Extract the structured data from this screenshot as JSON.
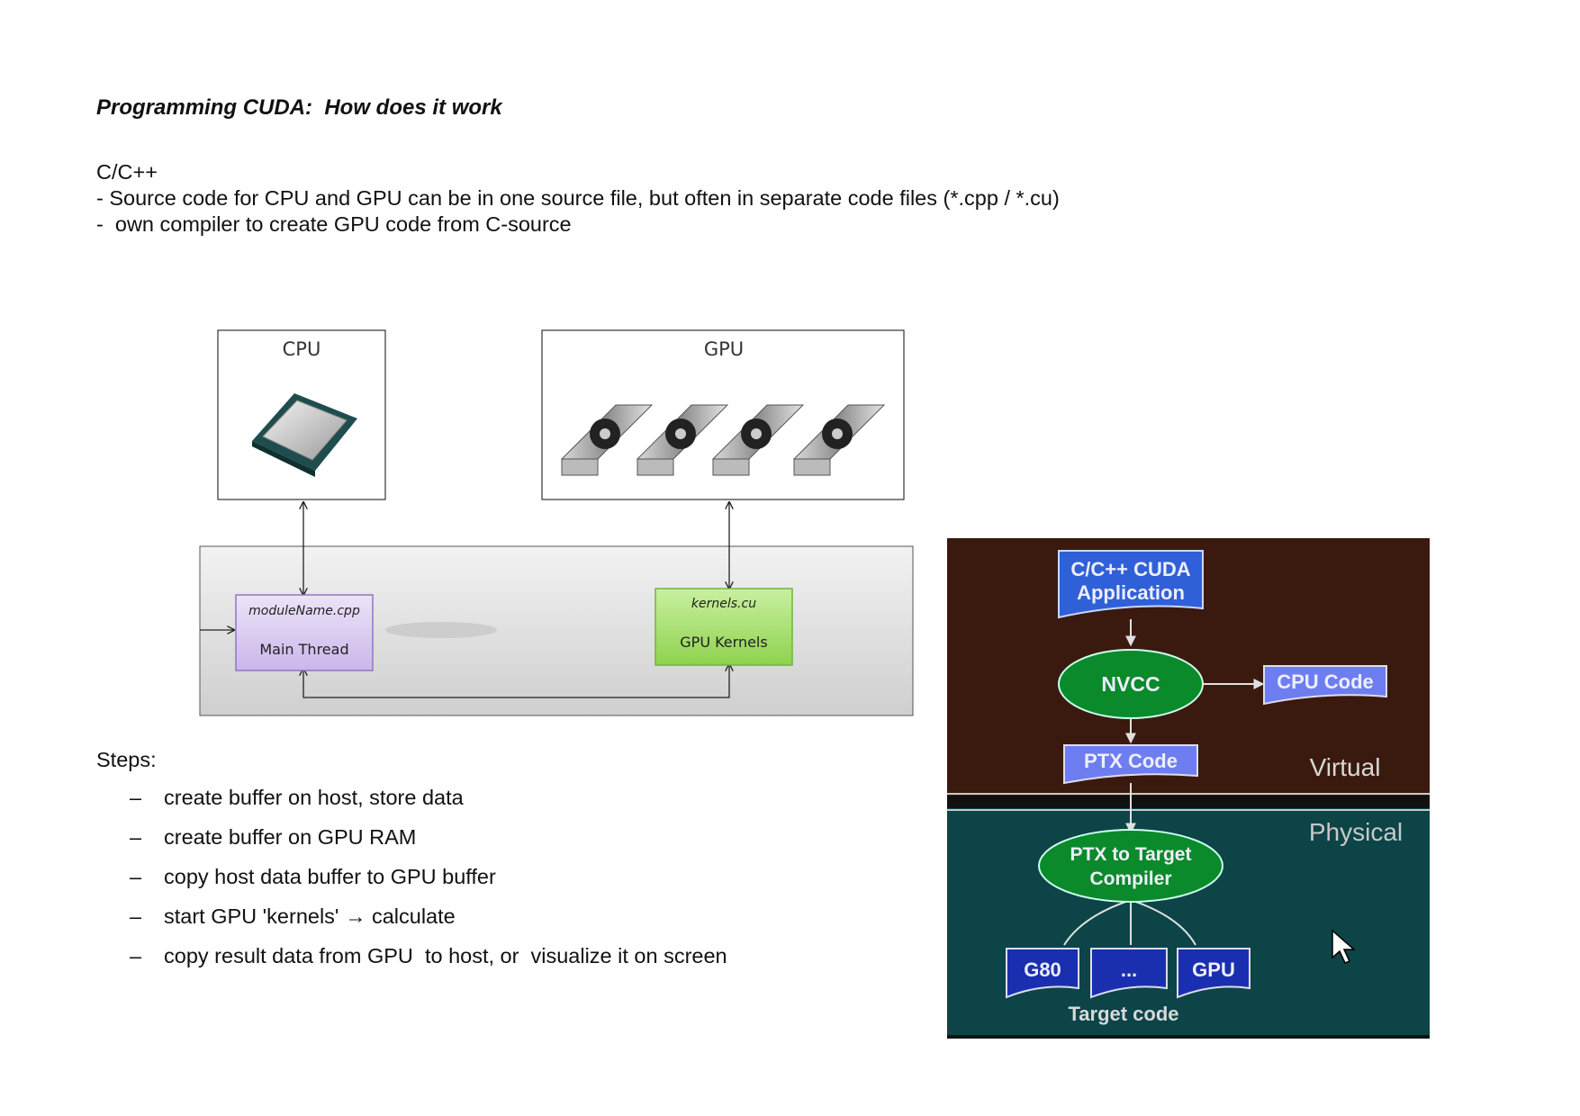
{
  "title": "Programming CUDA:  How does it work",
  "intro": {
    "heading": "C/C++",
    "lines": [
      "- Source code for CPU and GPU can be in one source file, but often in separate code files (*.cpp / *.cu)",
      "-  own compiler to create GPU code from C-source"
    ]
  },
  "architecture": {
    "cpu_label": "CPU",
    "gpu_label": "GPU",
    "main_file": "moduleName.cpp",
    "main_thread": "Main Thread",
    "kernel_file": "kernels.cu",
    "kernel_label": "GPU Kernels",
    "icons": [
      "cpu-chip-icon",
      "graphics-card-icon"
    ]
  },
  "steps": {
    "heading": "Steps:",
    "items": [
      "create buffer on host, store data",
      "create buffer on GPU RAM",
      "copy host data buffer to GPU buffer",
      "start GPU 'kernels' → calculate",
      "copy result data from GPU  to host, or  visualize it on screen"
    ]
  },
  "nvcc": {
    "app": [
      "C/C++ CUDA",
      "Application"
    ],
    "compiler": "NVCC",
    "cpu_code": "CPU Code",
    "ptx": "PTX Code",
    "virtual": "Virtual",
    "physical": "Physical",
    "ptx_compiler": [
      "PTX to Target",
      "Compiler"
    ],
    "targets": [
      "G80",
      "...",
      "GPU"
    ],
    "target_code": "Target code",
    "colors": {
      "top_bg": "#3a1a0e",
      "bottom_bg": "#0c4448",
      "green": "#0a8a2a",
      "blue": "#3060d8"
    }
  }
}
